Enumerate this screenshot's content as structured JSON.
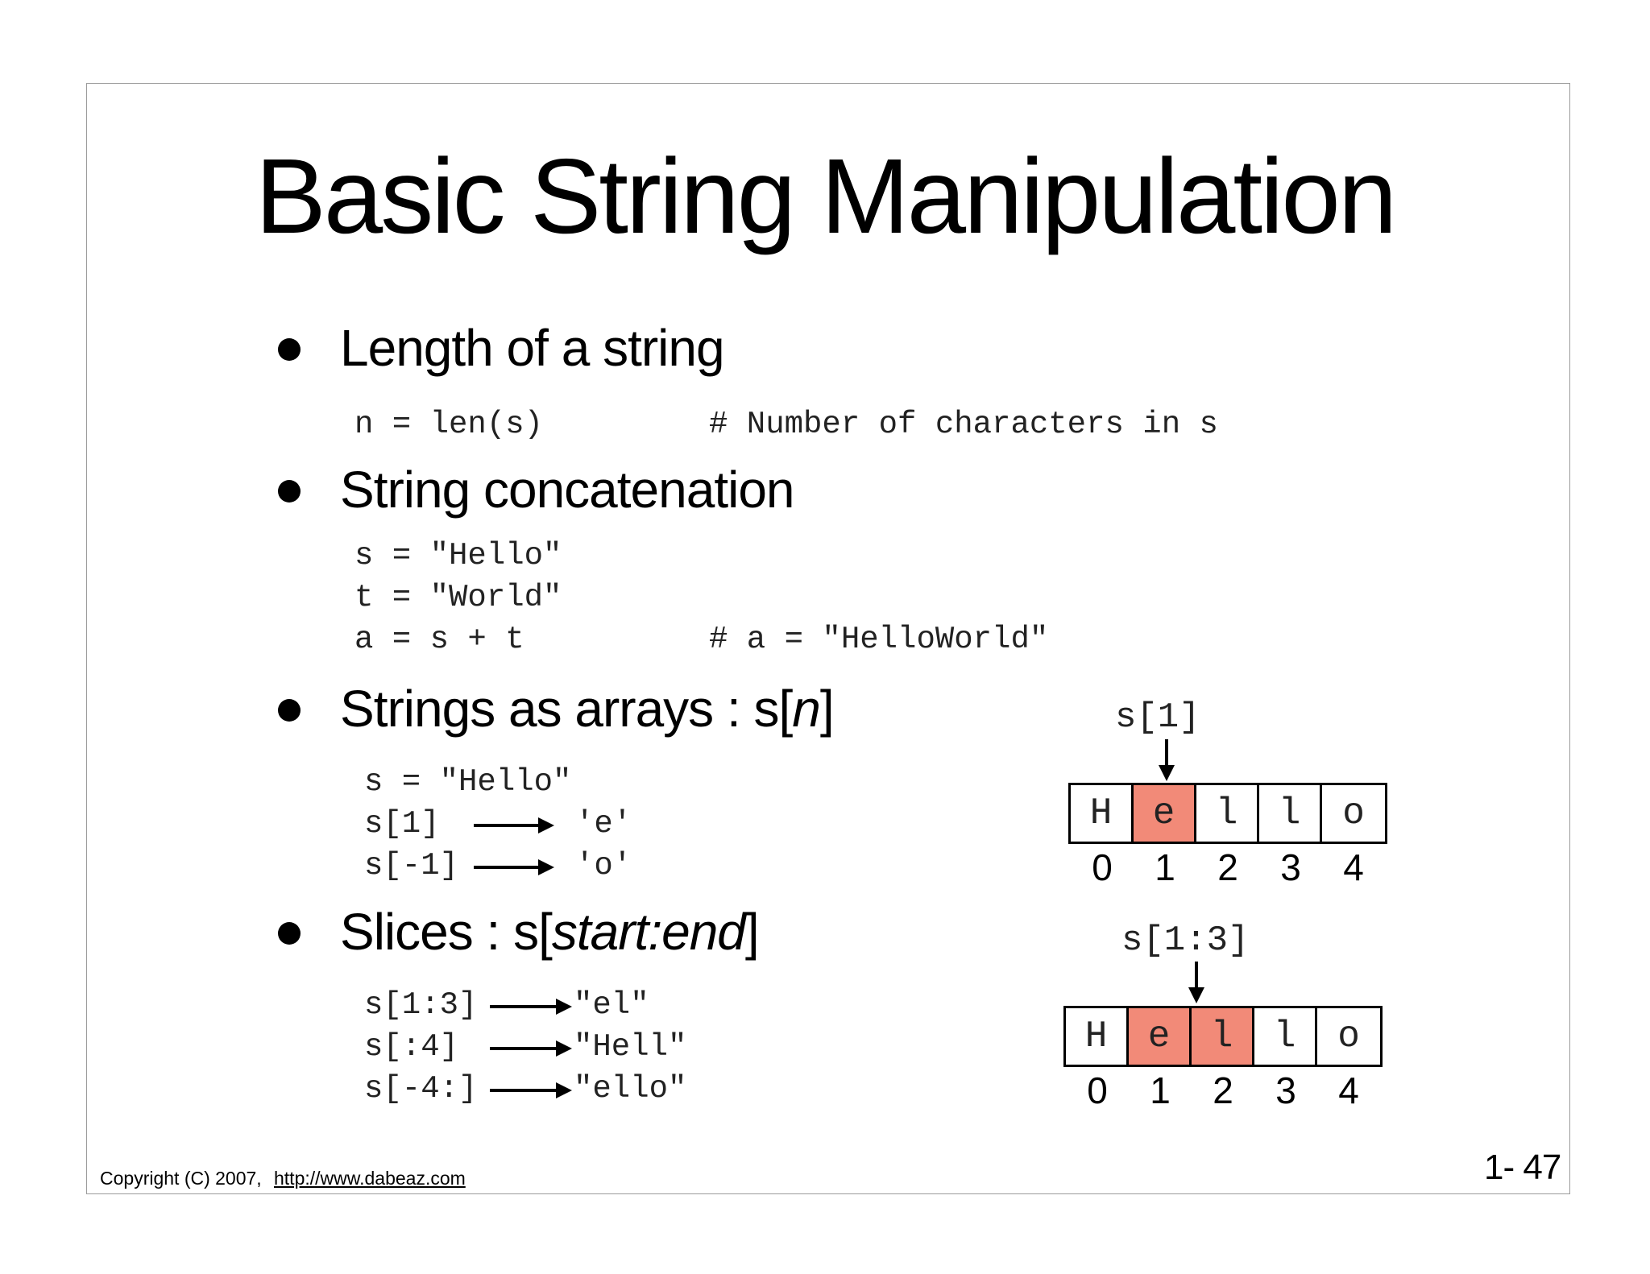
{
  "slide": {
    "title": "Basic String Manipulation",
    "sections": [
      {
        "heading": "Length of a string",
        "code": [
          {
            "code": "n = len(s)",
            "comment": "# Number of characters in s"
          }
        ]
      },
      {
        "heading": "String concatenation",
        "code": [
          {
            "code": "s = \"Hello\"",
            "comment": ""
          },
          {
            "code": "t = \"World\"",
            "comment": ""
          },
          {
            "code": "a = s + t",
            "comment": "# a = \"HelloWorld\""
          }
        ]
      },
      {
        "heading_plain": "Strings as arrays : s[",
        "heading_italic": "n",
        "heading_end": "]",
        "code_first": "s = \"Hello\"",
        "mappings": [
          {
            "expr": "s[1]",
            "result": "'e'"
          },
          {
            "expr": "s[-1]",
            "result": "'o'"
          }
        ]
      },
      {
        "heading_plain": "Slices : s[",
        "heading_italic": "start:end",
        "heading_end": "]",
        "mappings": [
          {
            "expr": "s[1:3]",
            "result": "\"el\""
          },
          {
            "expr": "s[:4]",
            "result": "\"Hell\""
          },
          {
            "expr": "s[-4:]",
            "result": "\"ello\""
          }
        ]
      }
    ],
    "diagrams": [
      {
        "label": "s[1]",
        "cells": [
          "H",
          "e",
          "l",
          "l",
          "o"
        ],
        "highlighted": [
          1
        ],
        "indices": [
          "0",
          "1",
          "2",
          "3",
          "4"
        ]
      },
      {
        "label": "s[1:3]",
        "cells": [
          "H",
          "e",
          "l",
          "l",
          "o"
        ],
        "highlighted": [
          1,
          2
        ],
        "indices": [
          "0",
          "1",
          "2",
          "3",
          "4"
        ]
      }
    ],
    "highlight_color": "#f28a78",
    "footer": {
      "copyright": "Copyright (C) 2007,",
      "link": "http://www.dabeaz.com",
      "page": "1- 47"
    }
  }
}
